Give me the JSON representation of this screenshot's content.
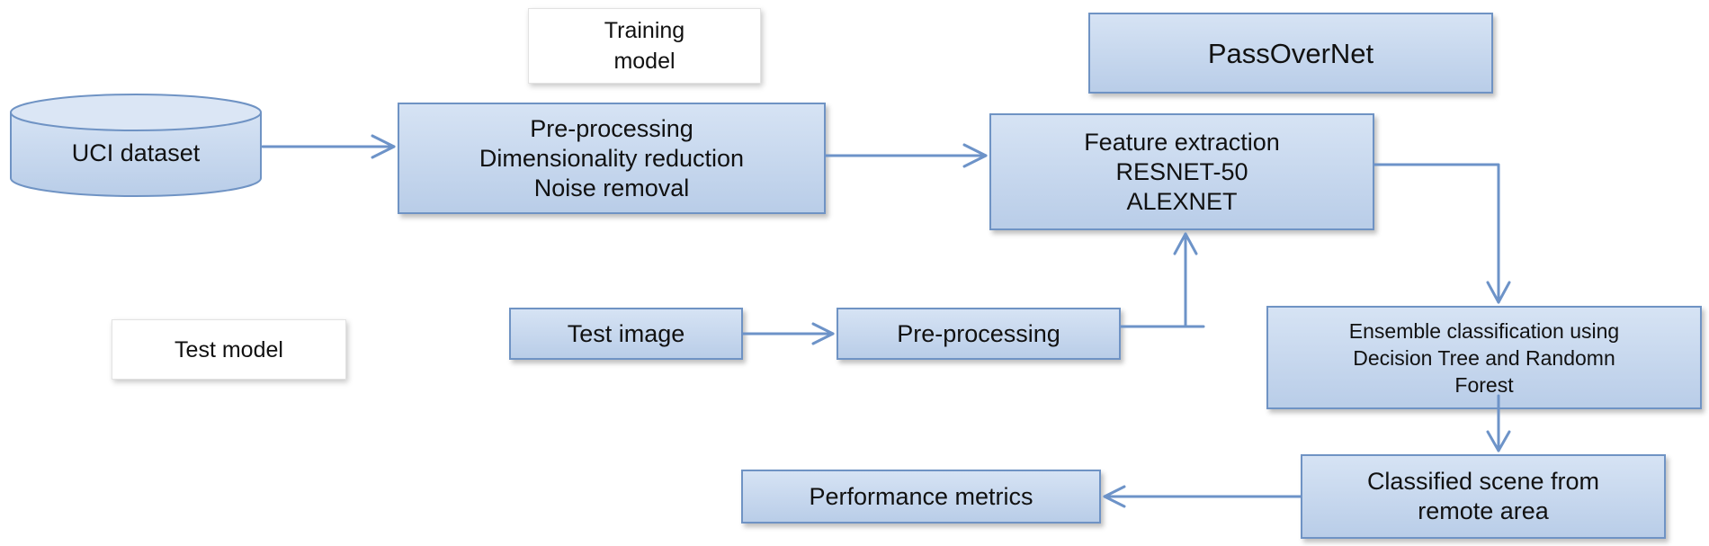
{
  "diagram": {
    "datasource": {
      "label": "UCI dataset"
    },
    "notes": {
      "training": [
        "Training",
        "model"
      ],
      "test": "Test model"
    },
    "nodes": {
      "preprocessing_train": [
        "Pre-processing",
        "Dimensionality reduction",
        "Noise removal"
      ],
      "passovernet": "PassOverNet",
      "feature_extraction": [
        "Feature extraction",
        "RESNET-50",
        "ALEXNET"
      ],
      "test_image": "Test image",
      "preprocessing_test": "Pre-processing",
      "ensemble": [
        "Ensemble classification using",
        "Decision Tree  and Randomn",
        "Forest"
      ],
      "classified_scene": [
        "Classified scene from",
        "remote area"
      ],
      "performance": "Performance metrics"
    },
    "colors": {
      "box_fill_top": "#d6e3f4",
      "box_fill_bottom": "#b9cde8",
      "box_border": "#6f93c4",
      "connector": "#6d93c8"
    }
  }
}
